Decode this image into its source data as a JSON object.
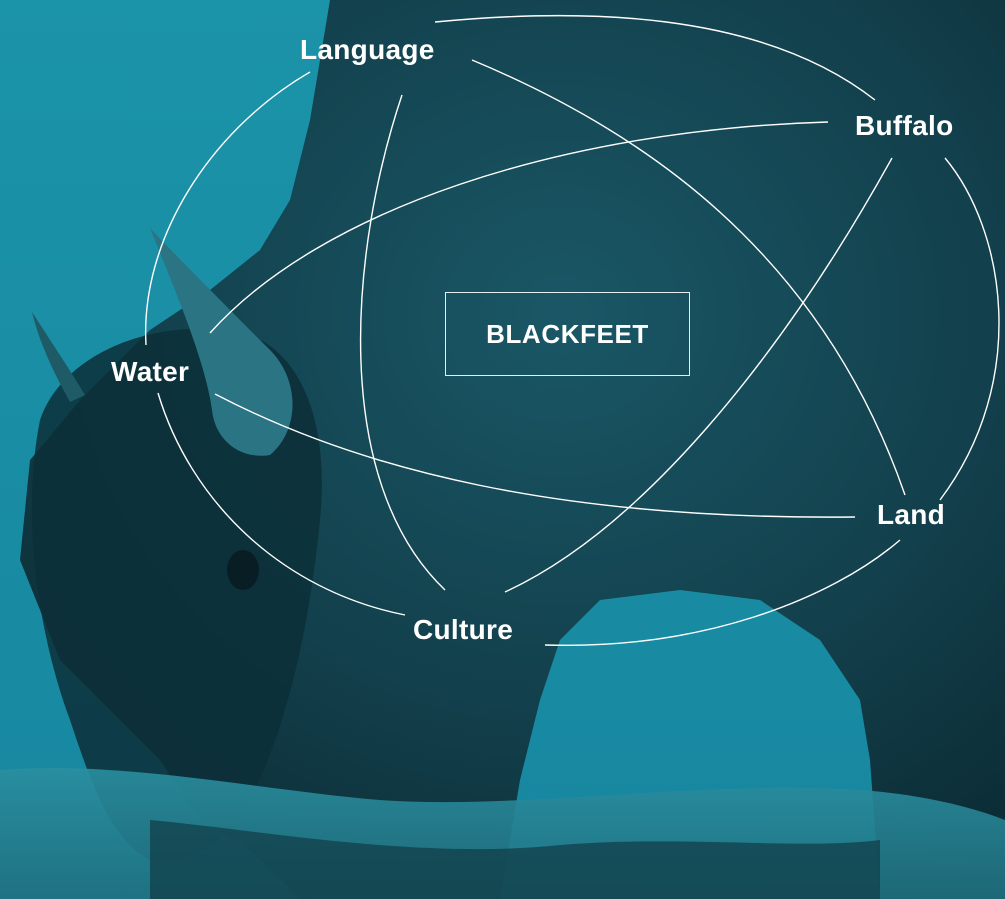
{
  "diagram": {
    "center": {
      "label": "BLACKFEET"
    },
    "nodes": {
      "language": "Language",
      "buffalo": "Buffalo",
      "water": "Water",
      "land": "Land",
      "culture": "Culture"
    }
  },
  "background": {
    "subject": "buffalo-photo",
    "tint_color": "#1a8fa3",
    "dark_color": "#0c2f38",
    "line_color": "#ffffff"
  }
}
